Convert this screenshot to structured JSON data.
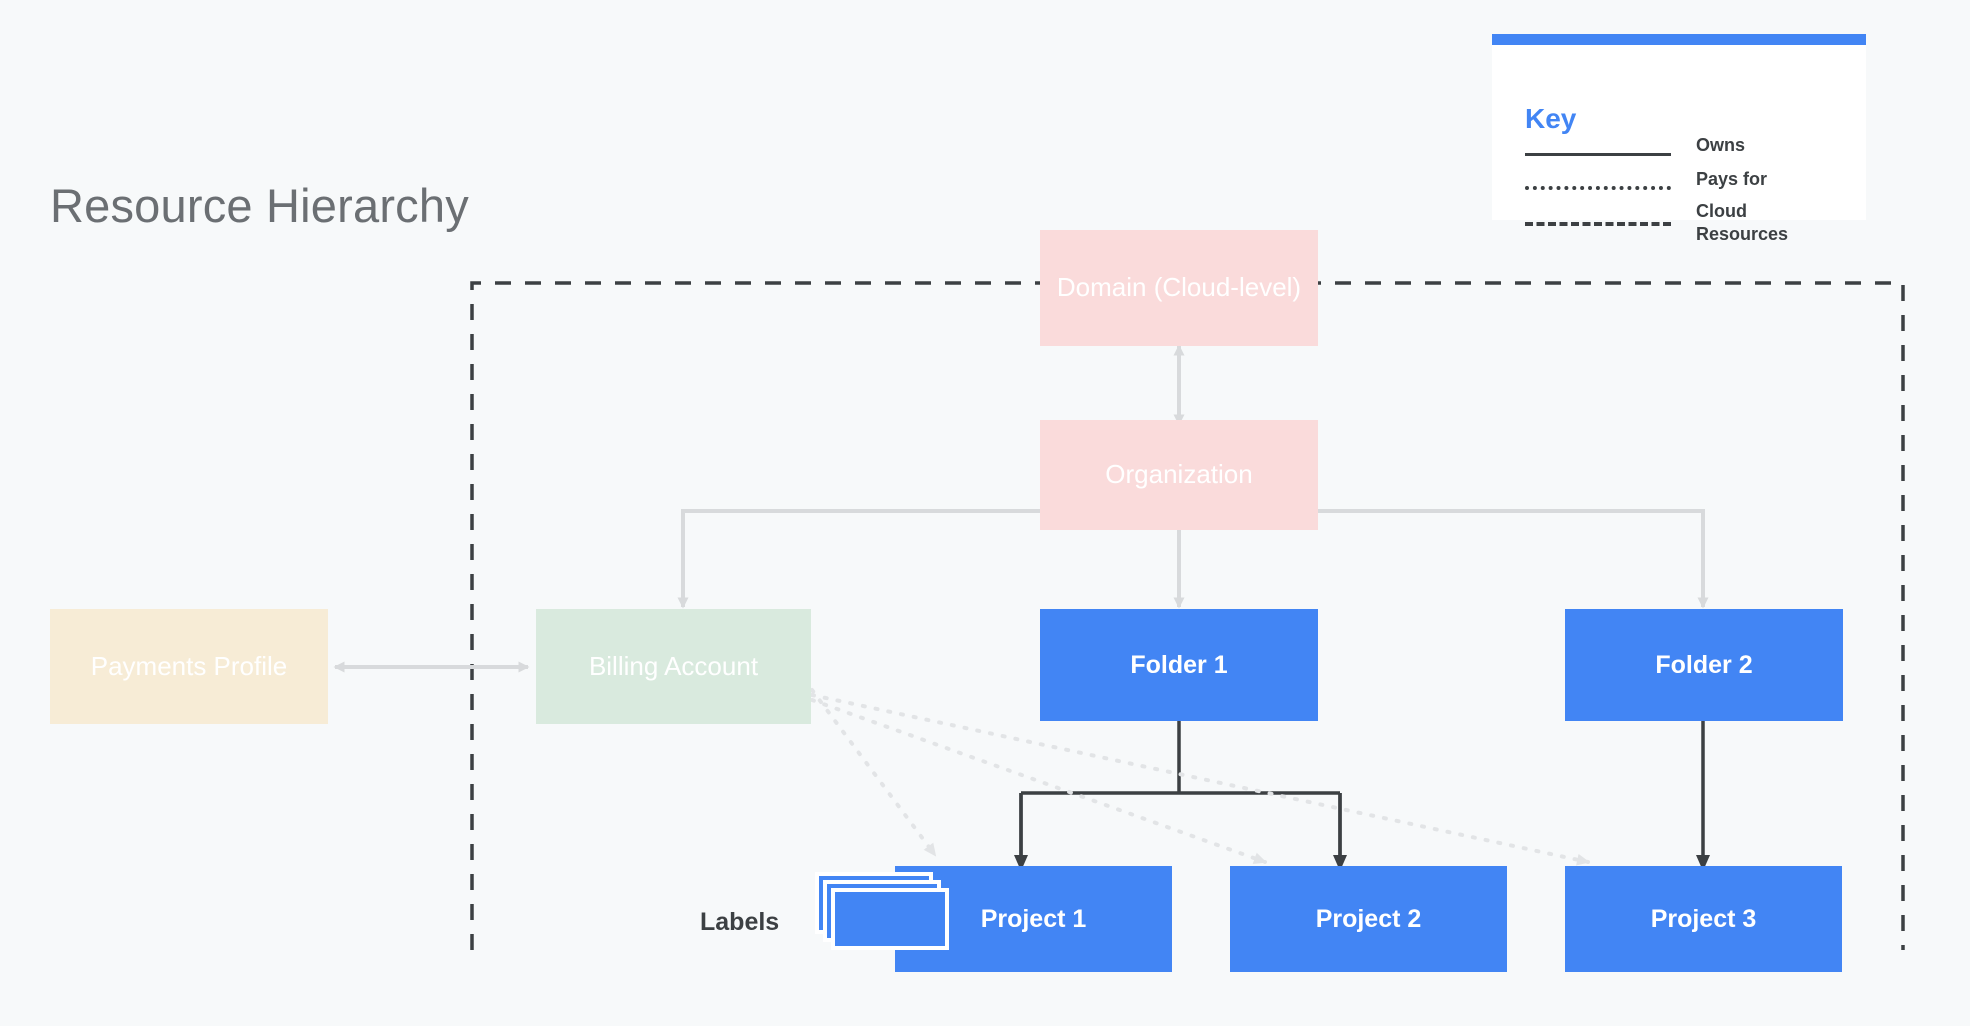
{
  "page": {
    "title": "Resource Hierarchy",
    "background_color": "#f7f9fa",
    "title_color": "#6b6f73"
  },
  "key": {
    "title": "Key",
    "accent_color": "#4285f4",
    "rows": [
      {
        "style": "solid",
        "label": "Owns"
      },
      {
        "style": "dotted",
        "label": "Pays for"
      },
      {
        "style": "dashed",
        "label": "Cloud Resources"
      }
    ]
  },
  "diagram": {
    "labels_caption": "Labels",
    "nodes": [
      {
        "id": "domain",
        "label": "Domain (Cloud-level)",
        "color": "#fadbdb",
        "text_color": "#ffffff"
      },
      {
        "id": "organization",
        "label": "Organization",
        "color": "#fadbdb",
        "text_color": "#ffffff"
      },
      {
        "id": "payments_profile",
        "label": "Payments Profile",
        "color": "#f7ecd6",
        "text_color": "#ffffff"
      },
      {
        "id": "billing_account",
        "label": "Billing Account",
        "color": "#d9eade",
        "text_color": "#ffffff"
      },
      {
        "id": "folder_1",
        "label": "Folder 1",
        "color": "#4285f4",
        "text_color": "#ffffff"
      },
      {
        "id": "folder_2",
        "label": "Folder 2",
        "color": "#4285f4",
        "text_color": "#ffffff"
      },
      {
        "id": "project_1",
        "label": "Project 1",
        "color": "#4285f4",
        "text_color": "#ffffff"
      },
      {
        "id": "project_2",
        "label": "Project 2",
        "color": "#4285f4",
        "text_color": "#ffffff"
      },
      {
        "id": "project_3",
        "label": "Project 3",
        "color": "#4285f4",
        "text_color": "#ffffff"
      }
    ],
    "edges": [
      {
        "from": "domain",
        "to": "organization",
        "style": "owns",
        "direction": "both"
      },
      {
        "from": "organization",
        "to": "billing_account",
        "style": "owns",
        "direction": "to"
      },
      {
        "from": "organization",
        "to": "folder_1",
        "style": "owns",
        "direction": "to"
      },
      {
        "from": "organization",
        "to": "folder_2",
        "style": "owns",
        "direction": "to"
      },
      {
        "from": "payments_profile",
        "to": "billing_account",
        "style": "owns",
        "direction": "both"
      },
      {
        "from": "folder_1",
        "to": "project_1",
        "style": "owns",
        "direction": "to"
      },
      {
        "from": "folder_1",
        "to": "project_2",
        "style": "owns",
        "direction": "to"
      },
      {
        "from": "folder_2",
        "to": "project_3",
        "style": "owns",
        "direction": "to"
      },
      {
        "from": "billing_account",
        "to": "project_1",
        "style": "pays_for",
        "direction": "to"
      },
      {
        "from": "billing_account",
        "to": "project_2",
        "style": "pays_for",
        "direction": "to"
      },
      {
        "from": "billing_account",
        "to": "project_3",
        "style": "pays_for",
        "direction": "to"
      }
    ],
    "cloud_resources_boundary": {
      "style": "dashed",
      "color": "#3c4043",
      "contains": [
        "domain",
        "billing_account",
        "folder_1",
        "folder_2",
        "project_1",
        "project_2",
        "project_3"
      ]
    }
  }
}
